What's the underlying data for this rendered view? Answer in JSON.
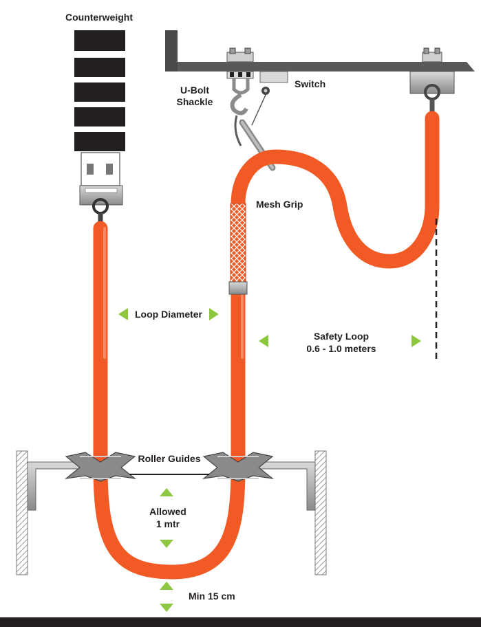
{
  "labels": {
    "counterweight": "Counterweight",
    "ubolt_line1": "U-Bolt",
    "ubolt_line2": "Shackle",
    "switch": "Switch",
    "mesh_grip": "Mesh Grip",
    "loop_diameter": "Loop Diameter",
    "safety_loop_line1": "Safety Loop",
    "safety_loop_line2": "0.6 - 1.0 meters",
    "roller_guides": "Roller Guides",
    "allowed_line1": "Allowed",
    "allowed_line2": "1 mtr",
    "min_clearance": "Min 15 cm"
  },
  "colors": {
    "cable": "#f15a24",
    "cable_shade": "#c9461a",
    "arrow": "#8dc63f",
    "steel": "#58595b",
    "counterweight": "#231f20",
    "text": "#231f20"
  }
}
